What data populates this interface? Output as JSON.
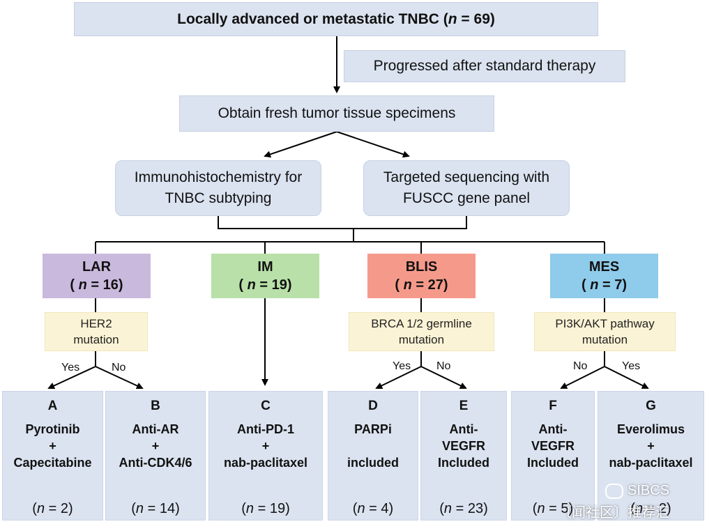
{
  "top": {
    "label": "Locally advanced or metastatic TNBC (",
    "n_sym": "n",
    "n_val": " = 69)"
  },
  "progressed": "Progressed after standard therapy",
  "obtain": "Obtain fresh tumor tissue specimens",
  "ihc": {
    "line1": "Immunohistochemistry for",
    "line2": "TNBC subtyping"
  },
  "seq": {
    "line1": "Targeted sequencing with",
    "line2": "FUSCC gene panel"
  },
  "subtypes": [
    {
      "name": "LAR",
      "n": "16",
      "color": "#c9b9dc"
    },
    {
      "name": "IM",
      "n": "19",
      "color": "#b8e0a8"
    },
    {
      "name": "BLIS",
      "n": "27",
      "color": "#f59a8a"
    },
    {
      "name": "MES",
      "n": "7",
      "color": "#8fcbea"
    }
  ],
  "conditions": {
    "lar": {
      "line1": "HER2",
      "line2": "mutation"
    },
    "blis": {
      "line1": "BRCA 1/2 germline",
      "line2": "mutation"
    },
    "mes": {
      "line1": "PI3K/AKT pathway",
      "line2": "mutation"
    }
  },
  "branch_labels": {
    "yes": "Yes",
    "no": "No"
  },
  "arms": [
    {
      "letter": "A",
      "l1": "Pyrotinib",
      "l2": "+",
      "l3": "Capecitabine",
      "n": "2"
    },
    {
      "letter": "B",
      "l1": "Anti-AR",
      "l2": "+",
      "l3": "Anti-CDK4/6",
      "n": "14"
    },
    {
      "letter": "C",
      "l1": "Anti-PD-1",
      "l2": "+",
      "l3": "nab-paclitaxel",
      "n": "19"
    },
    {
      "letter": "D",
      "l1": "PARPi",
      "l2": "",
      "l3": "included",
      "n": "4"
    },
    {
      "letter": "E",
      "l1": "Anti-",
      "l2": "VEGFR",
      "l3": "Included",
      "n": "23"
    },
    {
      "letter": "F",
      "l1": "Anti-",
      "l2": "VEGFR",
      "l3": "Included",
      "n": "5"
    },
    {
      "letter": "G",
      "l1": "Everolimus",
      "l2": "+",
      "l3": "nab-paclitaxel",
      "n": "2"
    }
  ],
  "n_paren": {
    "open": "(",
    "sym": "n",
    "eq": " = ",
    "close": ")"
  },
  "watermark": {
    "brand": "SIBCS",
    "sub": "〔闻社区〕推荐汇"
  }
}
